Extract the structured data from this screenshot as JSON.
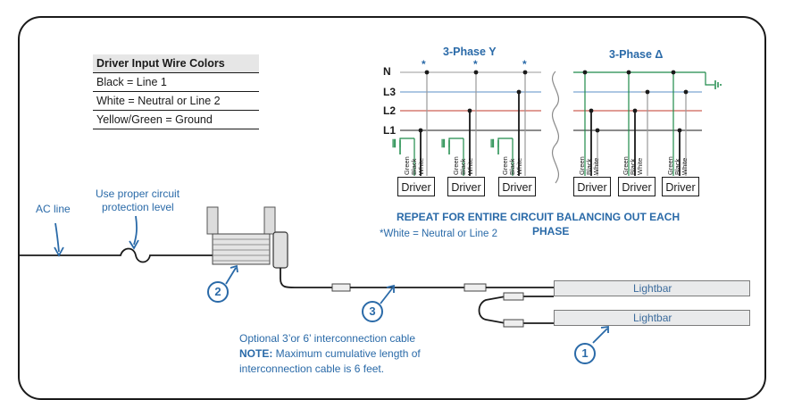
{
  "wire_table": {
    "header": "Driver Input  Wire Colors",
    "rows": [
      "Black = Line 1",
      "White = Neutral or Line 2",
      "Yellow/Green = Ground"
    ]
  },
  "three_phase_y": {
    "title": "3-Phase Y",
    "asterisk": "*"
  },
  "three_phase_delta": {
    "title": "3-Phase Δ"
  },
  "line_labels": [
    "N",
    "L3",
    "L2",
    "L1"
  ],
  "wire_labels": [
    "Green",
    "Black",
    "White"
  ],
  "driver_label": "Driver",
  "repeat_note": "REPEAT FOR ENTIRE CIRCUIT BALANCING OUT EACH PHASE",
  "repeat_note_line1": "REPEAT FOR ENTIRE CIRCUIT BALANCING OUT EACH",
  "repeat_note_line2": "PHASE",
  "white_note": "*White = Neutral or Line 2",
  "ac_line": "AC line",
  "protection_line1": "Use proper circuit",
  "protection_line2": "protection level",
  "lightbar_label": "Lightbar",
  "callouts": [
    "1",
    "2",
    "3"
  ],
  "cable_note": {
    "line1": "Optional 3’or 6’ interconnection cable",
    "note_label": "NOTE:",
    "note_text": " Maximum cumulative length of",
    "line3": "interconnection cable is 6 feet."
  },
  "colors": {
    "accent": "#2a6aa8",
    "l2_red": "#c0392b",
    "l3_blue": "#5b8fc7",
    "ground_green": "#1e8a4a",
    "neutral_gray": "#9a9a9a"
  }
}
